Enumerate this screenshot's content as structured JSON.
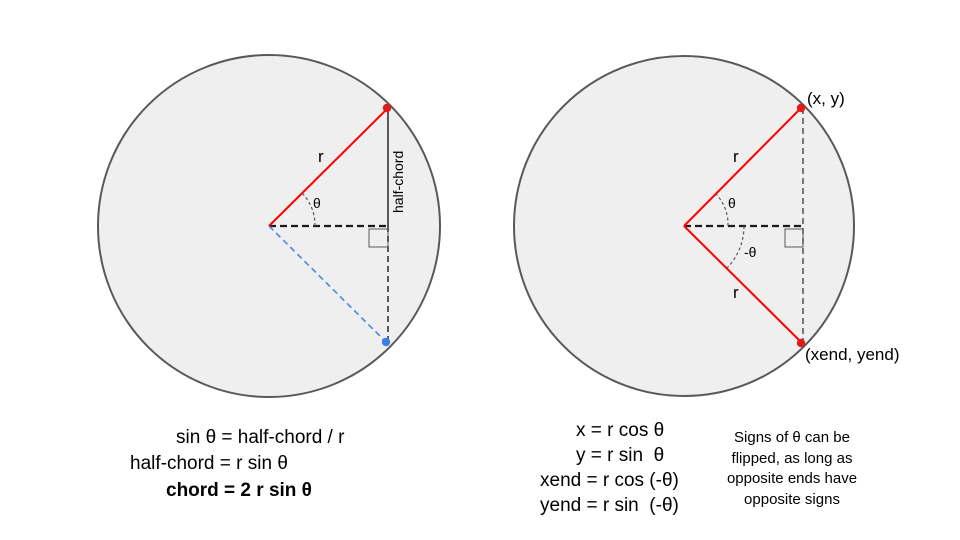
{
  "left_diagram": {
    "radius_label": "r",
    "angle_label": "θ",
    "half_chord_label": "half-chord"
  },
  "right_diagram": {
    "upper_radius_label": "r",
    "lower_radius_label": "r",
    "angle_label": "θ",
    "neg_angle_label": "-θ",
    "top_point_label": "(x, y)",
    "bottom_point_label": "(xend, yend)"
  },
  "left_equations": {
    "line1": "sin θ = half-chord / r",
    "line2": "half-chord = r sin θ",
    "line3": "chord = 2 r sin θ"
  },
  "right_equations": {
    "line1": "x = r cos θ",
    "line2": "y = r sin  θ",
    "line3": "xend = r cos (-θ)",
    "line4": "yend = r sin  (-θ)"
  },
  "note": {
    "line1": "Signs of θ can be",
    "line2": "flipped, as long as",
    "line3": "opposite ends have",
    "line4": "opposite signs"
  },
  "colors": {
    "circle_fill": "#efefef",
    "circle_stroke": "#595959",
    "radius_red": "#ff0000",
    "point_red": "#e01b1b",
    "dashed_blue": "#4a86e8",
    "point_blue": "#3d7fe0",
    "dashed_dark": "#333333"
  }
}
